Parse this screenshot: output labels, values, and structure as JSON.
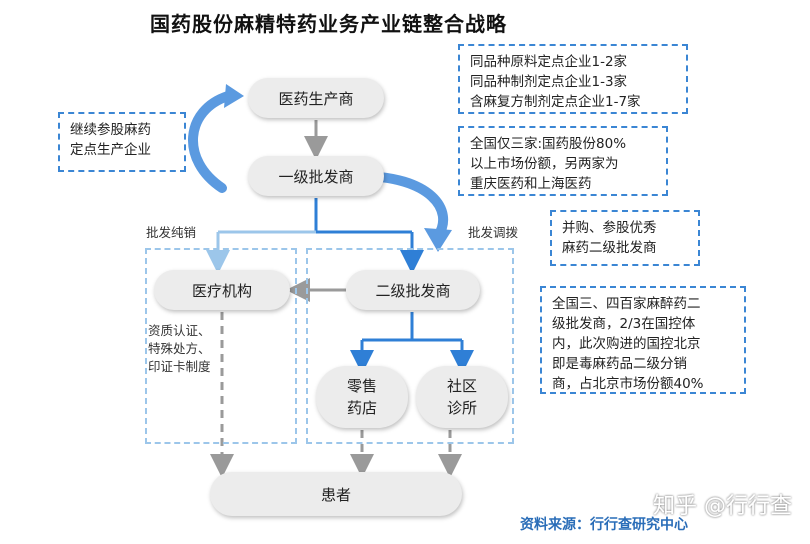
{
  "title": "国药股份麻精特药业务产业链整合战略",
  "nodes": {
    "manufacturer": "医药生产商",
    "wholesaler1": "一级批发商",
    "medical": "医疗机构",
    "wholesaler2": "二级批发商",
    "pharmacy": "零售\n药店",
    "clinic": "社区\n诊所",
    "patient": "患者"
  },
  "edge_labels": {
    "pure_sale": "批发纯销",
    "allocation": "批发调拨"
  },
  "qualification": [
    "资质认证、",
    "特殊处方、",
    "印证卡制度"
  ],
  "notes": {
    "left_manufacturer": [
      "继续参股麻药",
      "定点生产企业"
    ],
    "top_right": [
      "同品种原料定点企业1-2家",
      "同品种制剂定点企业1-3家",
      "含麻复方制剂定点企业1-7家"
    ],
    "middle_right": [
      "全国仅三家:国药股份80%",
      "以上市场份额，另两家为",
      "重庆医药和上海医药"
    ],
    "acquisition": [
      "并购、参股优秀",
      "麻药二级批发商"
    ],
    "bottom_right": [
      "全国三、四百家麻醉药二",
      "级批发商，2/3在国控体",
      "内，此次购进的国控北京",
      "即是毒麻药品二级分销",
      "商，占北京市场份额40%"
    ]
  },
  "source": "资料来源：行行查研究中心",
  "watermark": "知乎 @行行查",
  "colors": {
    "accent_blue": "#2f7fd6",
    "light_blue": "#9cc6ea",
    "gray_arrow": "#9a9a9a",
    "note_border": "#3b86d4"
  }
}
